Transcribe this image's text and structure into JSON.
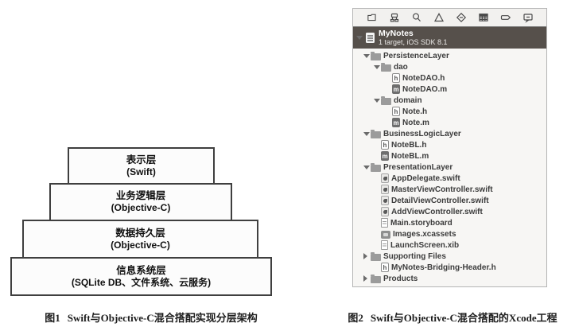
{
  "figure1": {
    "caption_label": "图1",
    "caption_text": "Swift与Objective-C混合搭配实现分层架构",
    "layers": [
      {
        "name": "表示层",
        "tech": "(Swift)"
      },
      {
        "name": "业务逻辑层",
        "tech": "(Objective-C)"
      },
      {
        "name": "数据持久层",
        "tech": "(Objective-C)"
      },
      {
        "name": "信息系统层",
        "tech": "(SQLite DB、文件系统、云服务)"
      }
    ]
  },
  "figure2": {
    "caption_label": "图2",
    "caption_text": "Swift与Objective-C混合搭配的Xcode工程",
    "navigator": {
      "toolbar_icons": [
        "project-navigator-icon",
        "symbol-navigator-icon",
        "search-icon",
        "issue-navigator-icon",
        "test-navigator-icon",
        "debug-navigator-icon",
        "breakpoint-navigator-icon",
        "report-navigator-icon"
      ],
      "project": {
        "name": "MyNotes",
        "subtitle": "1 target, iOS SDK 8.1"
      },
      "items": [
        {
          "label": "PersistenceLayer",
          "level": 1,
          "icon": "folder",
          "disclosure": "open"
        },
        {
          "label": "dao",
          "level": 2,
          "icon": "folder",
          "disclosure": "open"
        },
        {
          "label": "NoteDAO.h",
          "level": 3,
          "icon": "h"
        },
        {
          "label": "NoteDAO.m",
          "level": 3,
          "icon": "m"
        },
        {
          "label": "domain",
          "level": 2,
          "icon": "folder",
          "disclosure": "open"
        },
        {
          "label": "Note.h",
          "level": 3,
          "icon": "h"
        },
        {
          "label": "Note.m",
          "level": 3,
          "icon": "m"
        },
        {
          "label": "BusinessLogicLayer",
          "level": 1,
          "icon": "folder",
          "disclosure": "open"
        },
        {
          "label": "NoteBL.h",
          "level": 2,
          "icon": "h"
        },
        {
          "label": "NoteBL.m",
          "level": 2,
          "icon": "m"
        },
        {
          "label": "PresentationLayer",
          "level": 1,
          "icon": "folder",
          "disclosure": "open"
        },
        {
          "label": "AppDelegate.swift",
          "level": 2,
          "icon": "swift"
        },
        {
          "label": "MasterViewController.swift",
          "level": 2,
          "icon": "swift"
        },
        {
          "label": "DetailViewController.swift",
          "level": 2,
          "icon": "swift"
        },
        {
          "label": "AddViewController.swift",
          "level": 2,
          "icon": "swift"
        },
        {
          "label": "Main.storyboard",
          "level": 2,
          "icon": "page"
        },
        {
          "label": "Images.xcassets",
          "level": 2,
          "icon": "xcassets"
        },
        {
          "label": "LaunchScreen.xib",
          "level": 2,
          "icon": "page"
        },
        {
          "label": "Supporting Files",
          "level": 1,
          "icon": "folder",
          "disclosure": "closed"
        },
        {
          "label": "MyNotes-Bridging-Header.h",
          "level": 2,
          "icon": "h"
        },
        {
          "label": "Products",
          "level": 1,
          "icon": "folder",
          "disclosure": "closed"
        }
      ]
    }
  },
  "colors": {
    "selection_bar": "#56504b",
    "panel_background": "#f7f6f4",
    "panel_border": "#b5b5b5",
    "pyramid_border": "#3f3f3f",
    "folder_gray": "#9b9b9b"
  }
}
